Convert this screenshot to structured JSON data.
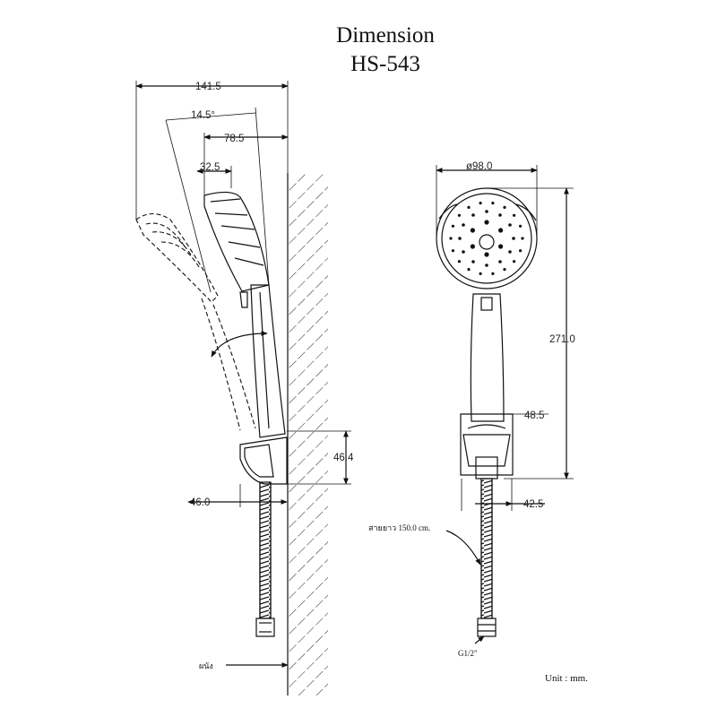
{
  "header": {
    "title": "Dimension",
    "model": "HS-543"
  },
  "dimensions": {
    "side_total_width": "141.5",
    "angle": "14.5°",
    "head_offset": "78.5",
    "head_depth": "32.5",
    "holder_height": "46.4",
    "holder_depth": "46.0",
    "head_diameter": "ø98.0",
    "total_length": "271.0",
    "holder_width": "48.5",
    "holder_base": "42.5"
  },
  "annotations": {
    "hose_length": "สายยาว 150.0 cm.",
    "wall_label": "ผนัง",
    "thread_label": "G1/2\""
  },
  "footer": {
    "unit": "Unit : mm."
  },
  "colors": {
    "line": "#111111",
    "background": "#ffffff"
  }
}
